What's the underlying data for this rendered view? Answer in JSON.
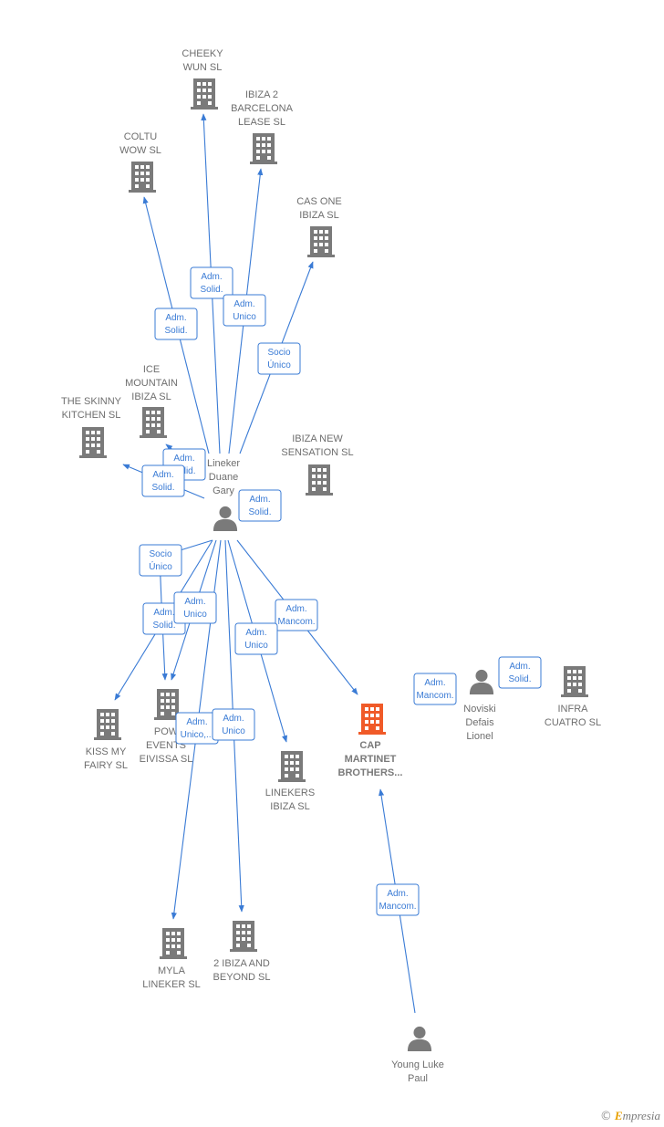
{
  "diagram": {
    "colors": {
      "edge": "#3a7bd5",
      "building": "#7a7a7a",
      "building_main": "#f05a28",
      "person": "#7a7a7a",
      "label": "#6e6e6e"
    },
    "nodes": [
      {
        "id": "cheeky",
        "kind": "company",
        "label": [
          "CHEEKY",
          "WUN  SL"
        ]
      },
      {
        "id": "ibiza2",
        "kind": "company",
        "label": [
          "IBIZA 2",
          "BARCELONA",
          "LEASE  SL"
        ]
      },
      {
        "id": "coltu",
        "kind": "company",
        "label": [
          "COLTU",
          "WOW  SL"
        ]
      },
      {
        "id": "casone",
        "kind": "company",
        "label": [
          "CAS ONE",
          "IBIZA  SL"
        ]
      },
      {
        "id": "icemountain",
        "kind": "company",
        "label": [
          "ICE",
          "MOUNTAIN",
          "IBIZA SL"
        ]
      },
      {
        "id": "skinny",
        "kind": "company",
        "label": [
          "THE SKINNY",
          "KITCHEN  SL"
        ]
      },
      {
        "id": "ibizanew",
        "kind": "company",
        "label": [
          "IBIZA NEW",
          "SENSATION  SL"
        ]
      },
      {
        "id": "lineker",
        "kind": "person",
        "label": [
          "Lineker",
          "Duane",
          "Gary"
        ]
      },
      {
        "id": "kissmy",
        "kind": "company",
        "label": [
          "KISS MY",
          "FAIRY  SL"
        ]
      },
      {
        "id": "power",
        "kind": "company",
        "label": [
          "POW",
          "EVENTS",
          "EIVISSA SL"
        ]
      },
      {
        "id": "linekers",
        "kind": "company",
        "label": [
          "LINEKERS",
          "IBIZA  SL"
        ]
      },
      {
        "id": "cap",
        "kind": "company-main",
        "label": [
          "CAP",
          "MARTINET",
          "BROTHERS..."
        ]
      },
      {
        "id": "noviski",
        "kind": "person",
        "label": [
          "Noviski",
          "Defais",
          "Lionel"
        ]
      },
      {
        "id": "infra",
        "kind": "company",
        "label": [
          "INFRA",
          "CUATRO  SL"
        ]
      },
      {
        "id": "myla",
        "kind": "company",
        "label": [
          "MYLA",
          "LINEKER  SL"
        ]
      },
      {
        "id": "twoibiza",
        "kind": "company",
        "label": [
          "2 IBIZA AND",
          "BEYOND  SL"
        ]
      },
      {
        "id": "young",
        "kind": "person",
        "label": [
          "Young Luke",
          "Paul"
        ]
      }
    ],
    "edges": [
      {
        "from": "lineker",
        "to": "cheeky",
        "label": [
          "Adm.",
          "Solid."
        ]
      },
      {
        "from": "lineker",
        "to": "ibiza2",
        "label": [
          "Adm.",
          "Unico"
        ]
      },
      {
        "from": "lineker",
        "to": "coltu",
        "label": [
          "Adm.",
          "Solid."
        ]
      },
      {
        "from": "lineker",
        "to": "casone",
        "label": [
          "Socio",
          "Único"
        ]
      },
      {
        "from": "lineker",
        "to": "icemountain",
        "label": [
          "Adm.",
          "Solid."
        ]
      },
      {
        "from": "lineker",
        "to": "skinny",
        "label": [
          "Adm.",
          "Solid."
        ]
      },
      {
        "from": "lineker",
        "to": "ibizanew",
        "label": [
          "Adm.",
          "Solid."
        ]
      },
      {
        "from": "lineker",
        "to": "power",
        "label": [
          "Socio",
          "Único"
        ]
      },
      {
        "from": "lineker",
        "to": "kissmy",
        "label": [
          "Adm.",
          "Solid."
        ]
      },
      {
        "from": "lineker",
        "to": "power",
        "label": [
          "Adm.",
          "Unico"
        ]
      },
      {
        "from": "lineker",
        "to": "cap",
        "label": [
          "Adm.",
          "Mancom."
        ]
      },
      {
        "from": "lineker",
        "to": "linekers",
        "label": [
          "Adm.",
          "Unico"
        ]
      },
      {
        "from": "lineker",
        "to": "myla",
        "label": [
          "Adm.",
          "Unico,..."
        ]
      },
      {
        "from": "lineker",
        "to": "twoibiza",
        "label": [
          "Adm.",
          "Unico"
        ]
      },
      {
        "from": "noviski",
        "to": "cap",
        "label": [
          "Adm.",
          "Mancom."
        ]
      },
      {
        "from": "noviski",
        "to": "infra",
        "label": [
          "Adm.",
          "Solid."
        ]
      },
      {
        "from": "young",
        "to": "cap",
        "label": [
          "Adm.",
          "Mancom."
        ]
      }
    ]
  },
  "footer": {
    "copyright": "©",
    "brand_initial": "E",
    "brand_rest": "mpresia"
  }
}
